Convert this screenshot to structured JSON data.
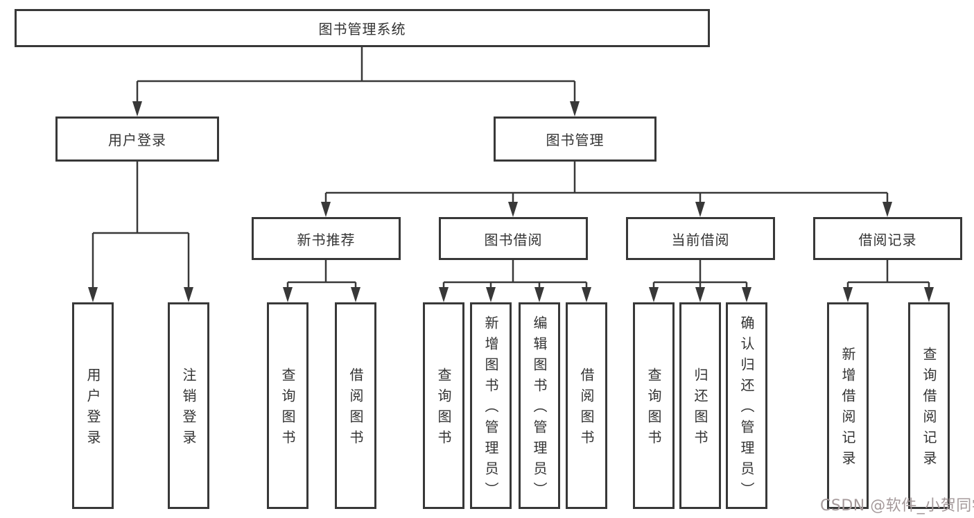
{
  "colors": {
    "line": "#383838",
    "text": "#333333",
    "background": "#ffffff",
    "watermark": "#a59a9b"
  },
  "watermark": {
    "text": "CSDN @软件_小贺同学"
  },
  "diagram": {
    "root": {
      "label": "图书管理系统"
    },
    "level2": [
      {
        "id": "user-login",
        "label": "用户登录"
      },
      {
        "id": "book-management",
        "label": "图书管理"
      }
    ],
    "level3": [
      {
        "id": "new-book-recommend",
        "label": "新书推荐",
        "parent": "book-management"
      },
      {
        "id": "book-borrow",
        "label": "图书借阅",
        "parent": "book-management"
      },
      {
        "id": "current-borrow",
        "label": "当前借阅",
        "parent": "book-management"
      },
      {
        "id": "borrow-records",
        "label": "借阅记录",
        "parent": "book-management"
      }
    ],
    "leaves": [
      {
        "id": "leaf-user-login",
        "label": "用户登录",
        "parent": "user-login"
      },
      {
        "id": "leaf-logout",
        "label": "注销登录",
        "parent": "user-login"
      },
      {
        "id": "leaf-newbooks-query",
        "label": "查询图书",
        "parent": "new-book-recommend"
      },
      {
        "id": "leaf-newbooks-borrow",
        "label": "借阅图书",
        "parent": "new-book-recommend"
      },
      {
        "id": "leaf-borrow-query",
        "label": "查询图书",
        "parent": "book-borrow"
      },
      {
        "id": "leaf-borrow-add",
        "label": "新增图书（管理员）",
        "parent": "book-borrow"
      },
      {
        "id": "leaf-borrow-edit",
        "label": "编辑图书（管理员）",
        "parent": "book-borrow"
      },
      {
        "id": "leaf-borrow-borrow",
        "label": "借阅图书",
        "parent": "book-borrow"
      },
      {
        "id": "leaf-current-query",
        "label": "查询图书",
        "parent": "current-borrow"
      },
      {
        "id": "leaf-current-return",
        "label": "归还图书",
        "parent": "current-borrow"
      },
      {
        "id": "leaf-current-confirm",
        "label": "确认归还（管理员）",
        "parent": "current-borrow"
      },
      {
        "id": "leaf-records-add",
        "label": "新增借阅记录",
        "parent": "borrow-records"
      },
      {
        "id": "leaf-records-query",
        "label": "查询借阅记录",
        "parent": "borrow-records"
      }
    ]
  }
}
